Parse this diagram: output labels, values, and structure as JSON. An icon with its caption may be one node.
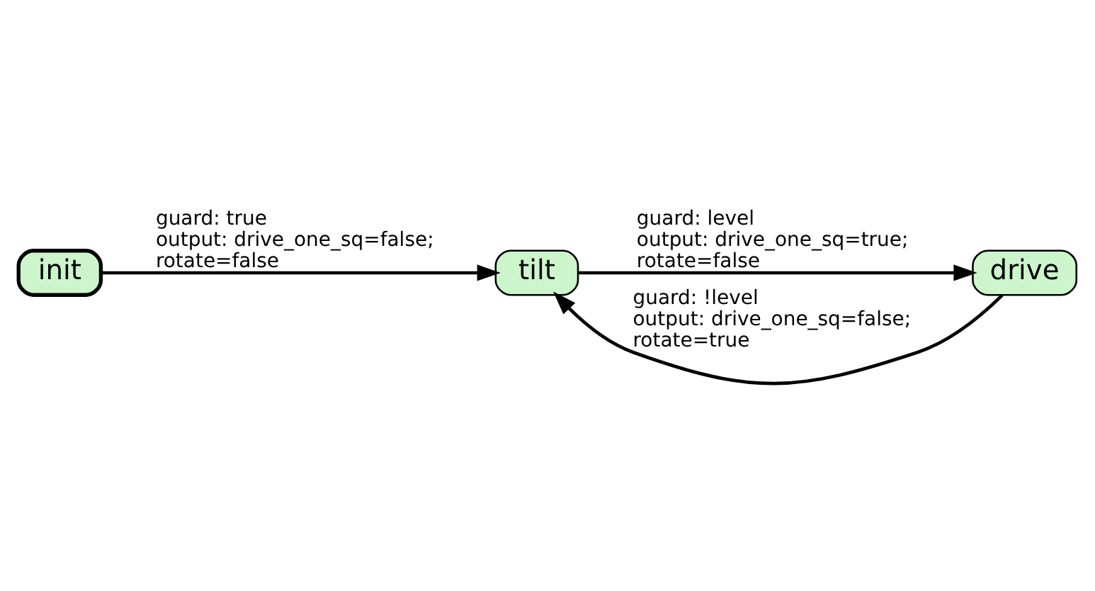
{
  "diagram": {
    "nodes": [
      {
        "text": [
          "init"
        ]
      },
      {
        "text": [
          "tilt"
        ]
      },
      {
        "text": [
          "drive"
        ]
      }
    ],
    "edges": [
      {
        "from": 0,
        "to": 1,
        "arrow": "to",
        "label": "guard: true output: drive_one_sq=false; rotate=false"
      },
      {
        "from": 1,
        "to": 2,
        "arrow": "to",
        "label": "guard: level output: drive_one_sq=true; rotate=false"
      },
      {
        "from": 2,
        "to": 1,
        "arrow": "to",
        "label": "guard: !level output: drive_one_sq=false; rotate=true"
      }
    ]
  }
}
